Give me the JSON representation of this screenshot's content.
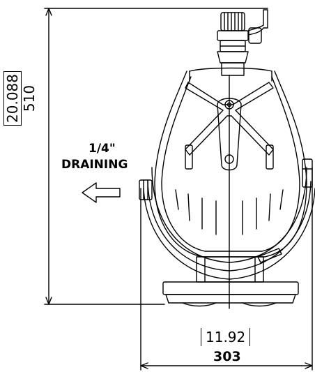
{
  "dimensions": {
    "height_in": "20.088",
    "height_mm": "510",
    "width_in": "11.92",
    "width_mm": "303"
  },
  "callouts": {
    "drain_size": "1/4\"",
    "drain_label": "DRAINING"
  },
  "colors": {
    "line": "#000000",
    "background": "#ffffff"
  }
}
